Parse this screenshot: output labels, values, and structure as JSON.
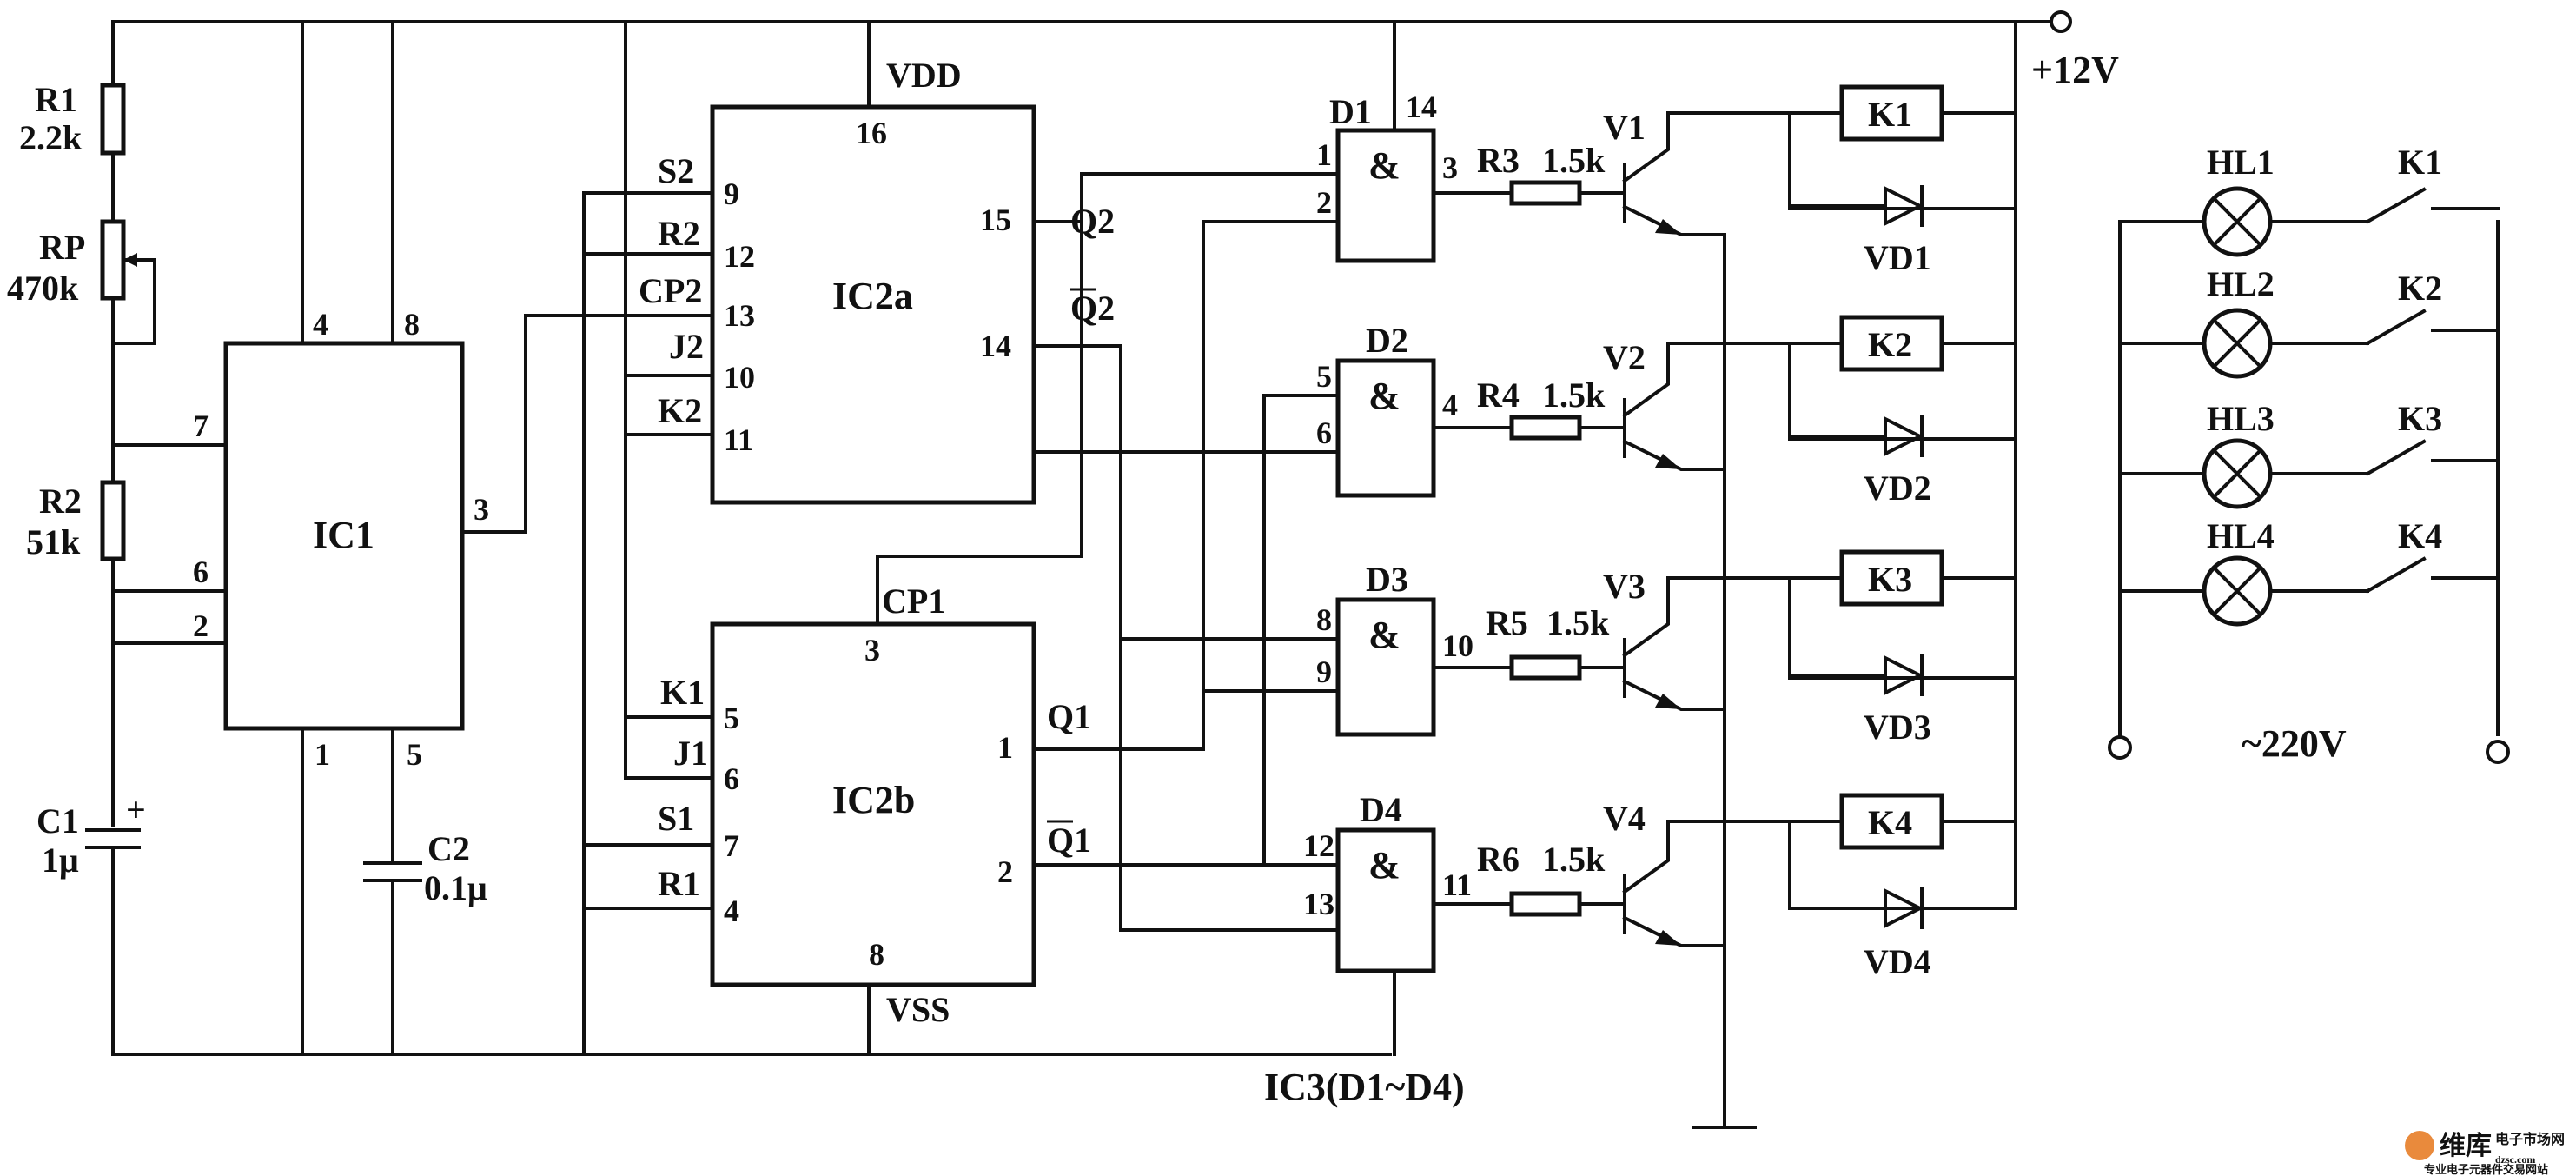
{
  "components": {
    "R1": {
      "name": "R1",
      "value": "2.2k"
    },
    "RP": {
      "name": "RP",
      "value": "470k"
    },
    "R2": {
      "name": "R2",
      "value": "51k"
    },
    "C1": {
      "name": "C1",
      "value": "1μ",
      "polarity": "+"
    },
    "C2": {
      "name": "C2",
      "value": "0.1μ"
    },
    "IC1": {
      "name": "IC1",
      "pins": [
        "4",
        "8",
        "7",
        "6",
        "2",
        "3",
        "1",
        "5"
      ]
    },
    "IC2a": {
      "name": "IC2a",
      "supply": "VDD",
      "pins": {
        "s": "9",
        "r": "12",
        "cp": "13",
        "j": "10",
        "k": "11",
        "vdd": "16",
        "q": "15",
        "qbar": "14"
      },
      "labels": {
        "s": "S2",
        "r": "R2",
        "cp": "CP2",
        "j": "J2",
        "k": "K2",
        "q": "Q2",
        "qbar": "Q2"
      }
    },
    "IC2b": {
      "name": "IC2b",
      "ground": "VSS",
      "pins": {
        "k": "5",
        "j": "6",
        "s": "7",
        "r": "4",
        "cp": "3",
        "vss": "8",
        "q": "1",
        "qbar": "2"
      },
      "labels": {
        "k": "K1",
        "j": "J1",
        "s": "S1",
        "r": "R1",
        "cp": "CP1",
        "q": "Q1",
        "qbar": "Q1"
      }
    },
    "gates": [
      {
        "name": "D1",
        "symbol": "&",
        "in1": "1",
        "in2": "2",
        "out": "3",
        "extra": "14"
      },
      {
        "name": "D2",
        "symbol": "&",
        "in1": "5",
        "in2": "6",
        "out": "4"
      },
      {
        "name": "D3",
        "symbol": "&",
        "in1": "8",
        "in2": "9",
        "out": "10"
      },
      {
        "name": "D4",
        "symbol": "&",
        "in1": "12",
        "in2": "13",
        "out": "11"
      }
    ],
    "gate_resistors": [
      {
        "name": "R3",
        "value": "1.5k"
      },
      {
        "name": "R4",
        "value": "1.5k"
      },
      {
        "name": "R5",
        "value": "1.5k"
      },
      {
        "name": "R6",
        "value": "1.5k"
      }
    ],
    "transistors": [
      "V1",
      "V2",
      "V3",
      "V4"
    ],
    "relays": [
      "K1",
      "K2",
      "K3",
      "K4"
    ],
    "diodes": [
      "VD1",
      "VD2",
      "VD3",
      "VD4"
    ],
    "lamps": [
      "HL1",
      "HL2",
      "HL3",
      "HL4"
    ],
    "switches": [
      "K1",
      "K2",
      "K3",
      "K4"
    ]
  },
  "labels": {
    "supply": "+12V",
    "mains": "~220V",
    "ic3": "IC3(D1~D4)"
  },
  "watermark": {
    "brand": "维库",
    "line1": "电子市场网",
    "line2": "专业电子元器件交易网站",
    "site": "dzsc.com"
  }
}
